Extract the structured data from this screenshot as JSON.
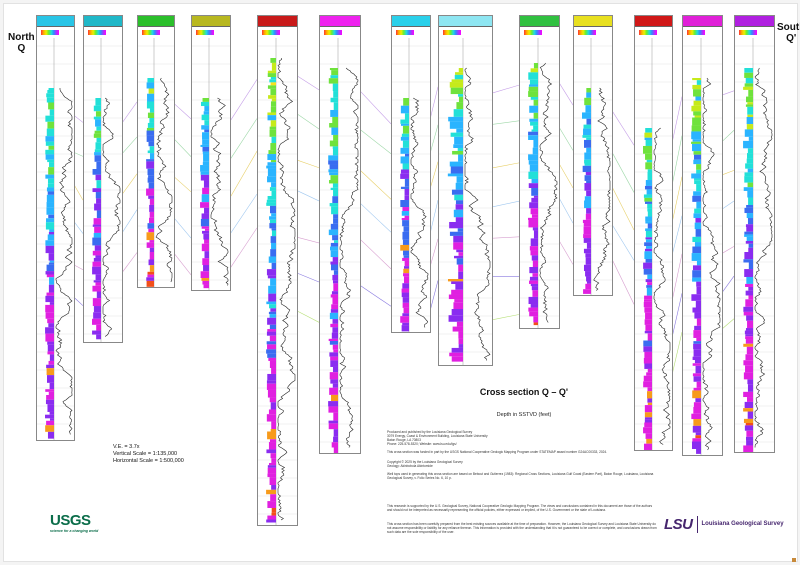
{
  "labels": {
    "north": "North",
    "north_mark": "Q",
    "south": "South",
    "south_mark": "Q'"
  },
  "title": "Cross section Q – Q'",
  "depth_label": "Depth in SSTVD (feet)",
  "scales": {
    "ve": "V.E. = 3.7x",
    "vertical": "Vertical Scale = 1:135,000",
    "horizontal": "Horizontal Scale = 1:500,000"
  },
  "credits": {
    "published": "Produced and published by the Louisiana Geological Survey",
    "address1": "3079 Energy, Coast & Environment Building, Louisiana State University",
    "address2": "Baton Rouge, LA 70803",
    "contact": "Phone: 225-578-5320; Website: www.lsu.edu/lgs/",
    "funding": "This cross section was funded in part by the USGS National Cooperative Geologic Mapping Program under STATEMAP award number G24AC00333, 2024.",
    "copyright": "Copyright © 2025 by the Louisiana Geological Survey",
    "geology": "Geology: Akinbobola Akintomide",
    "well_tops": "Well tops used in generating this cross section are based on Bebout and Gutierrez (1983): Regional Cross Sections, Louisiana Gulf Coast (Eastern Part), Baton Rouge, Louisiana, Louisiana Geological Survey, v. Folio Series No. 6, 10 p.",
    "disclaimer1": "This research is supported by the U.S. Geological Survey, National Cooperative Geologic Mapping Program. The views and conclusions contained in this document are those of the authors and should not be interpreted as necessarily representing the official policies, either expressed or implied, of the U.S. Government or the state of Louisiana.",
    "disclaimer2": "This cross section has been carefully prepared from the best existing sources available at the time of preparation. However, the Louisiana Geological Survey and Louisiana State University do not assume responsibility or liability for any reliance thereon. This information is provided with the understanding that it is not guaranteed to be correct or complete, and conclusions drawn from such data are the sole responsibility of the user."
  },
  "logos": {
    "usgs": "USGS",
    "usgs_tagline": "science for a changing world",
    "lsu": "LSU",
    "lgs": "Louisiana Geological Survey"
  },
  "wells": [
    {
      "header_color": "#29c5e6"
    },
    {
      "header_color": "#20b8c8"
    },
    {
      "header_color": "#2bbf2b"
    },
    {
      "header_color": "#b8b820"
    },
    {
      "header_color": "#c81a1a"
    },
    {
      "header_color": "#ee22ee"
    },
    {
      "header_color": "#2ad0ea"
    },
    {
      "header_color": "#8ee6f2"
    },
    {
      "header_color": "#30c040"
    },
    {
      "header_color": "#e8e020"
    },
    {
      "header_color": "#d01818"
    },
    {
      "header_color": "#e020d8"
    },
    {
      "header_color": "#b020e0"
    }
  ],
  "colors": {
    "usgs": "#0b6d4a",
    "lsu": "#46266e"
  }
}
